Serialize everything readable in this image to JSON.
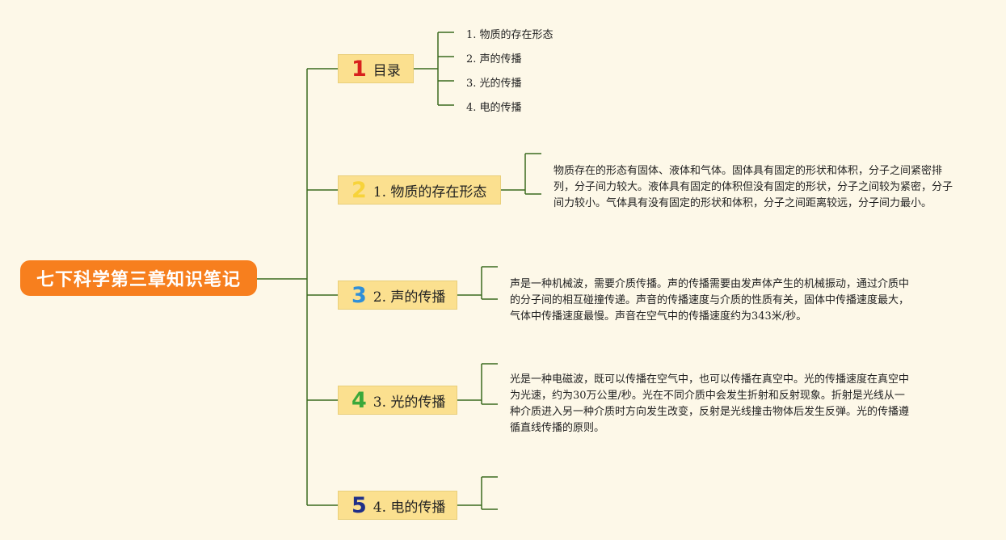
{
  "root": "七下科学第三章知识笔记",
  "topics": [
    {
      "num": "1",
      "label": "目录",
      "color": "#d8211c"
    },
    {
      "num": "2",
      "label": "1. 物质的存在形态",
      "color": "#f7d33a"
    },
    {
      "num": "3",
      "label": "2. 声的传播",
      "color": "#2f8fd8"
    },
    {
      "num": "4",
      "label": "3. 光的传播",
      "color": "#3aa83a"
    },
    {
      "num": "5",
      "label": "4. 电的传播",
      "color": "#1f2f88"
    }
  ],
  "toc": [
    "1. 物质的存在形态",
    "2. 声的传播",
    "3. 光的传播",
    "4. 电的传播"
  ],
  "paragraphs": {
    "matter": "物质存在的形态有固体、液体和气体。固体具有固定的形状和体积，分子之间紧密排列，分子间力较大。液体具有固定的体积但没有固定的形状，分子之间较为紧密，分子间力较小。气体具有没有固定的形状和体积，分子之间距离较远，分子间力最小。",
    "sound": "声是一种机械波，需要介质传播。声的传播需要由发声体产生的机械振动，通过介质中的分子间的相互碰撞传递。声音的传播速度与介质的性质有关，固体中传播速度最大，气体中传播速度最慢。声音在空气中的传播速度约为343米/秒。",
    "light": "光是一种电磁波，既可以传播在空气中，也可以传播在真空中。光的传播速度在真空中为光速，约为30万公里/秒。光在不同介质中会发生折射和反射现象。折射是光线从一种介质进入另一种介质时方向发生改变，反射是光线撞击物体后发生反弹。光的传播遵循直线传播的原则。"
  }
}
